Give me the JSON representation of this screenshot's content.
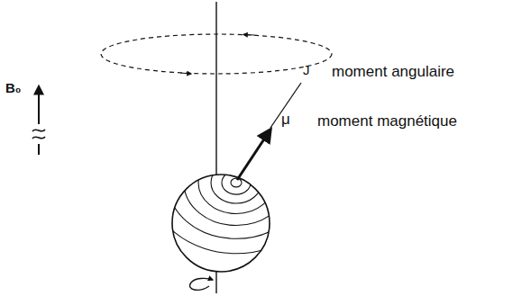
{
  "diagram": {
    "labels": [
      "B₀",
      "J",
      "moment angulaire",
      "μ",
      "moment magnétique"
    ]
  }
}
